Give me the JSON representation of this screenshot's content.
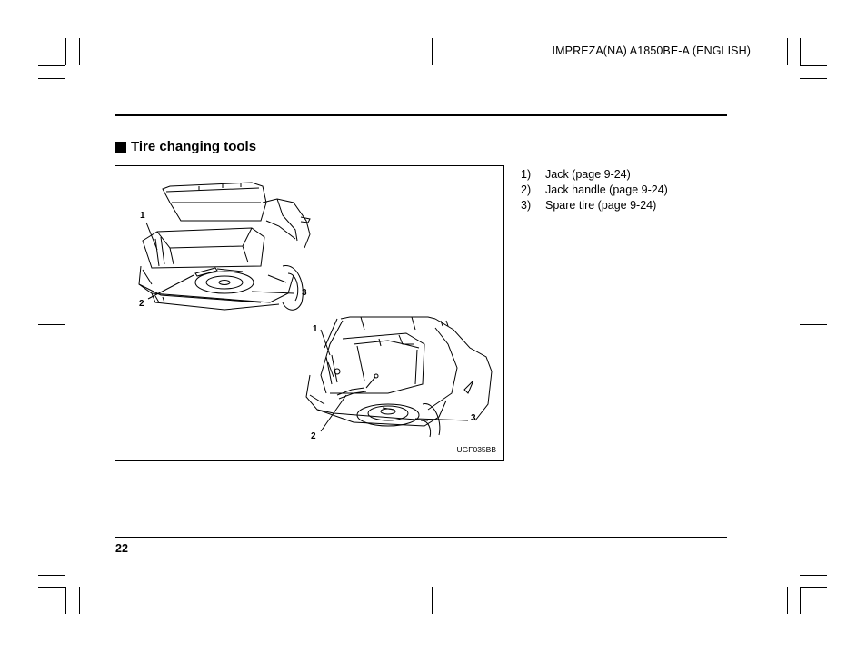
{
  "header": {
    "doc_code": "IMPREZA(NA) A1850BE-A (ENGLISH)"
  },
  "section": {
    "title": "Tire changing tools"
  },
  "figure": {
    "code": "UGF035BB",
    "callouts_top": [
      "1",
      "2",
      "3"
    ],
    "callouts_bottom": [
      "1",
      "2",
      "3"
    ]
  },
  "items": [
    {
      "num": "1)",
      "text": "Jack (page 9-24)"
    },
    {
      "num": "2)",
      "text": "Jack handle (page 9-24)"
    },
    {
      "num": "3)",
      "text": "Spare tire (page 9-24)"
    }
  ],
  "footer": {
    "page_number": "22"
  }
}
